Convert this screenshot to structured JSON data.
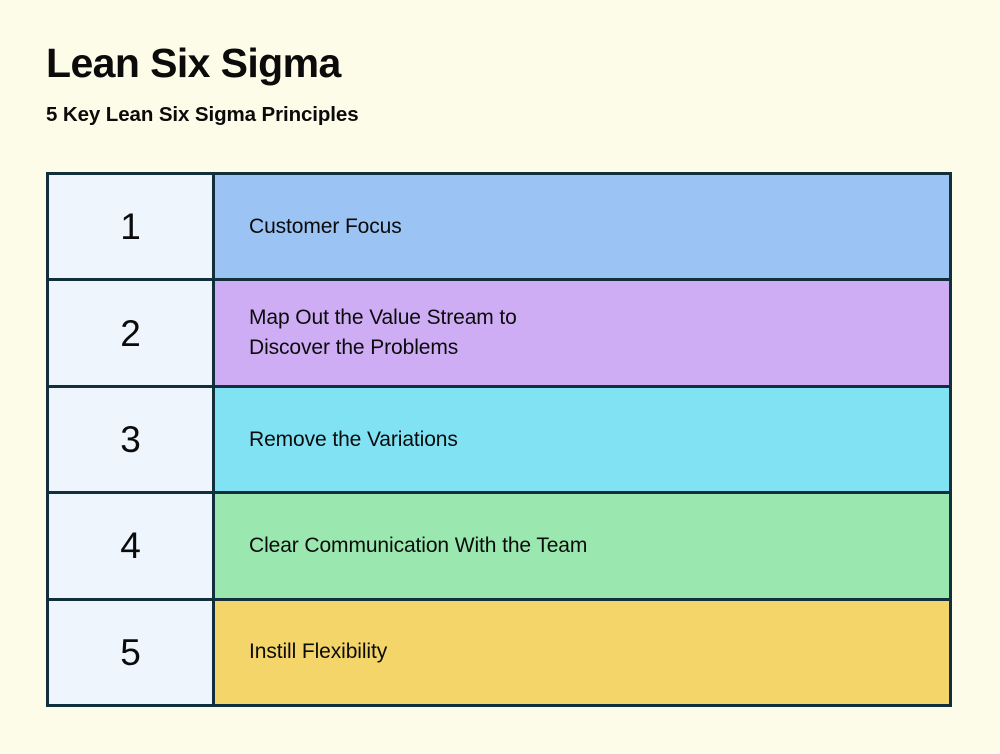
{
  "header": {
    "title": "Lean Six Sigma",
    "subtitle": "5 Key Lean Six Sigma Principles"
  },
  "colors": {
    "page_background": "#fdfce8",
    "border": "#11303c",
    "number_cell_background": "#eef5fd",
    "text_color": "#0b0b0b"
  },
  "table": {
    "rows": [
      {
        "number": "1",
        "label": "Customer Focus",
        "color": "#9bc3f3"
      },
      {
        "number": "2",
        "label": "Map Out the Value Stream to\nDiscover the Problems",
        "color": "#ceadf5"
      },
      {
        "number": "3",
        "label": "Remove the Variations",
        "color": "#80e2f2"
      },
      {
        "number": "4",
        "label": "Clear Communication With the Team",
        "color": "#9ae8b0"
      },
      {
        "number": "5",
        "label": "Instill Flexibility",
        "color": "#f4d56a"
      }
    ]
  }
}
